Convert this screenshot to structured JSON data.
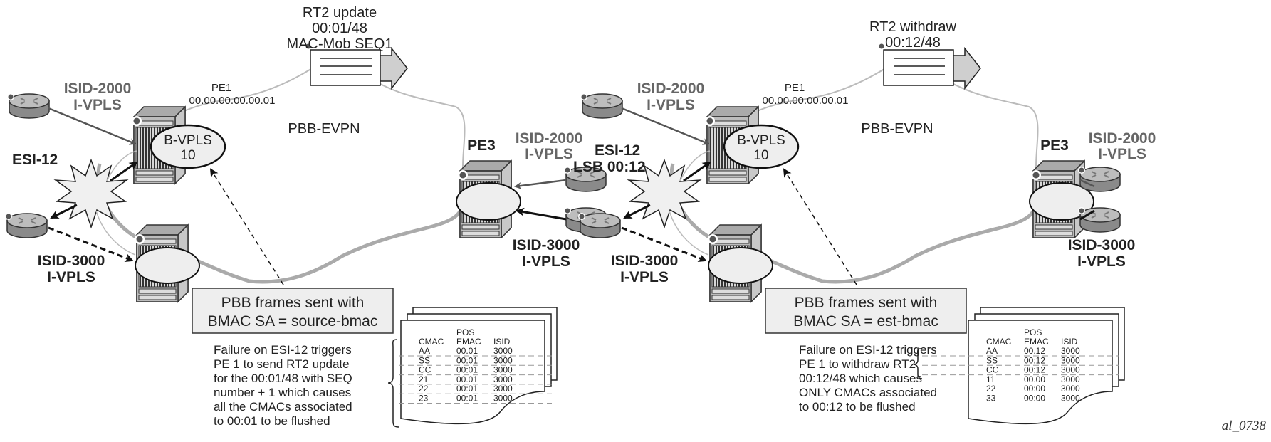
{
  "figure_id": "al_0738",
  "panels": [
    {
      "id": "left",
      "message": {
        "lines": [
          "RT2 update",
          "00:01/48",
          "MAC-Mob SEQ1"
        ]
      },
      "pe1": {
        "name": "PE1",
        "mac": "00.00.00.00.00.01",
        "service_label_1": "B-VPLS",
        "service_label_2": "10"
      },
      "cloud_label": "PBB-EVPN",
      "pe3_label": "PE3",
      "esi_label": [
        "ESI-12"
      ],
      "isid2000_left": [
        "ISID-2000",
        "I-VPLS"
      ],
      "isid3000_left": [
        "ISID-3000",
        "I-VPLS"
      ],
      "isid2000_right": [
        "ISID-2000",
        "I-VPLS"
      ],
      "isid3000_right": [
        "ISID-3000",
        "I-VPLS"
      ],
      "frames_box": [
        "PBB frames sent with",
        "BMAC SA = source-bmac"
      ],
      "note": [
        "Failure on ESI-12 triggers",
        "PE 1 to send RT2 update",
        "for the 00:01/48 with SEQ",
        "number + 1 which causes",
        "all the CMACs associated",
        "to 00:01 to be flushed"
      ],
      "table": {
        "headers": [
          "CMAC",
          "POS EMAC",
          "ISID"
        ],
        "header_top": "POS",
        "header_bottom": [
          "CMAC",
          "EMAC",
          "ISID"
        ],
        "rows": [
          [
            "AA",
            "00.01",
            "3000"
          ],
          [
            "SS",
            "00:01",
            "3000"
          ],
          [
            "CC",
            "00:01",
            "3000"
          ],
          [
            "21",
            "00.01",
            "3000"
          ],
          [
            "22",
            "00:01",
            "3000"
          ],
          [
            "23",
            "00:01",
            "3000"
          ]
        ],
        "flushed_rows": 6
      }
    },
    {
      "id": "right",
      "message": {
        "lines": [
          "RT2 withdraw",
          "00:12/48"
        ]
      },
      "pe1": {
        "name": "PE1",
        "mac": "00.00.00.00.00.01",
        "service_label_1": "B-VPLS",
        "service_label_2": "10"
      },
      "cloud_label": "PBB-EVPN",
      "pe3_label": "PE3",
      "esi_label": [
        "ESI-12",
        "LSB 00:12"
      ],
      "isid2000_left": [
        "ISID-2000",
        "I-VPLS"
      ],
      "isid3000_left": [
        "ISID-3000",
        "I-VPLS"
      ],
      "isid2000_right": [
        "ISID-2000",
        "I-VPLS"
      ],
      "isid3000_right": [
        "ISID-3000",
        "I-VPLS"
      ],
      "frames_box": [
        "PBB frames sent with",
        "BMAC SA = est-bmac"
      ],
      "note": [
        "Failure on ESI-12 triggers",
        "PE 1 to withdraw RT2",
        "00:12/48 which causes",
        "ONLY CMACs associated",
        "to 00:12 to be flushed"
      ],
      "table": {
        "headers": [
          "CMAC",
          "POS EMAC",
          "ISID"
        ],
        "header_top": "POS",
        "header_bottom": [
          "CMAC",
          "EMAC",
          "ISID"
        ],
        "rows": [
          [
            "AA",
            "00.12",
            "3000"
          ],
          [
            "SS",
            "00:12",
            "3000"
          ],
          [
            "CC",
            "00:12",
            "3000"
          ],
          [
            "11",
            "00.00",
            "3000"
          ],
          [
            "22",
            "00:00",
            "3000"
          ],
          [
            "33",
            "00:00",
            "3000"
          ]
        ],
        "flushed_rows": 3
      }
    }
  ]
}
